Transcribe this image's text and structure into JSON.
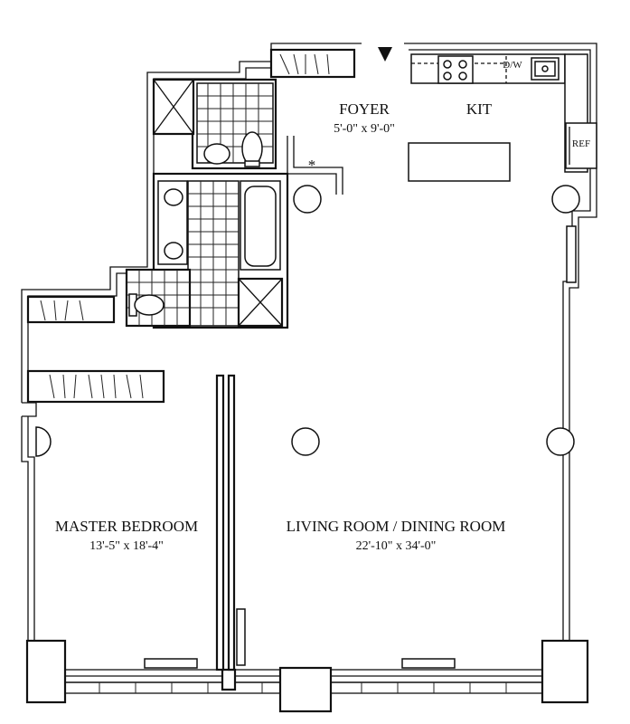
{
  "rooms": {
    "foyer": {
      "name": "FOYER",
      "dims": "5'-0\" x 9'-0\""
    },
    "kitchen": {
      "name": "KIT"
    },
    "master_bedroom": {
      "name": "MASTER BEDROOM",
      "dims": "13'-5\" x 18'-4\""
    },
    "living_dining": {
      "name": "LIVING ROOM / DINING ROOM",
      "dims": "22'-10\" x 34'-0\""
    }
  },
  "tags": {
    "dishwasher": "D/W",
    "refrigerator": "REF",
    "asterisk": "*"
  },
  "colors": {
    "line": "#111111",
    "background": "#ffffff"
  }
}
